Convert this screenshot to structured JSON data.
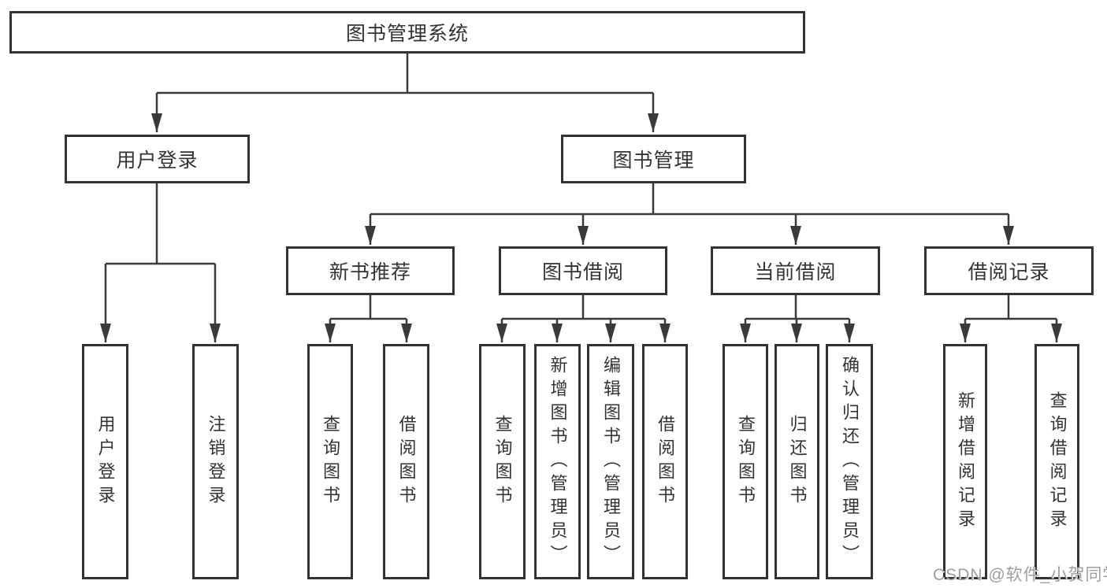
{
  "diagram_title": "图书管理系统",
  "tree": {
    "root": {
      "label": "图书管理系统"
    },
    "children": [
      {
        "label": "用户登录",
        "children": [
          {
            "label": "用户登录"
          },
          {
            "label": "注销登录"
          }
        ]
      },
      {
        "label": "图书管理",
        "children": [
          {
            "label": "新书推荐",
            "children": [
              {
                "label": "查询图书"
              },
              {
                "label": "借阅图书"
              }
            ]
          },
          {
            "label": "图书借阅",
            "children": [
              {
                "label": "查询图书"
              },
              {
                "label": "新增图书（管理员）"
              },
              {
                "label": "编辑图书（管理员）"
              },
              {
                "label": "借阅图书"
              }
            ]
          },
          {
            "label": "当前借阅",
            "children": [
              {
                "label": "查询图书"
              },
              {
                "label": "归还图书"
              },
              {
                "label": "确认归还（管理员）"
              }
            ]
          },
          {
            "label": "借阅记录",
            "children": [
              {
                "label": "新增借阅记录"
              },
              {
                "label": "查询借阅记录"
              }
            ]
          }
        ]
      }
    ]
  },
  "watermark": {
    "text": "CSDN @软件_小贺同学"
  },
  "colors": {
    "line": "#3a3a3a",
    "box_border": "#333333",
    "box_fill": "#ffffff",
    "text": "#333333",
    "watermark": "#9e9e9e"
  }
}
